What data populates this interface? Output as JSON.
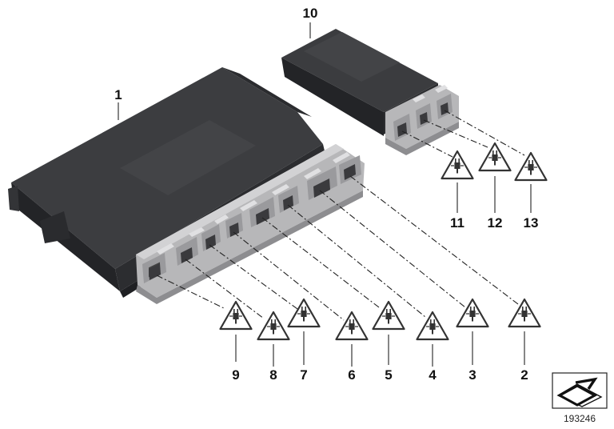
{
  "diagram": {
    "main_module_callout": "1",
    "secondary_module_callout": "10",
    "connector_callouts": [
      "2",
      "3",
      "4",
      "5",
      "6",
      "7",
      "8",
      "9",
      "11",
      "12",
      "13"
    ],
    "reference_number": "193246",
    "colors": {
      "module_top": "#3c3d40",
      "module_side": "#222326",
      "module_front": "#2c2d30",
      "connector_body": "#b9b9bb",
      "connector_shade": "#8e8e91",
      "leader_line": "#222222",
      "warning_stroke": "#333333",
      "warning_fill": "#ffffff"
    },
    "icons": {
      "connector_symbol": "plug-warning-triangle-icon",
      "navigation_symbol": "arrow-sheet-icon"
    }
  }
}
